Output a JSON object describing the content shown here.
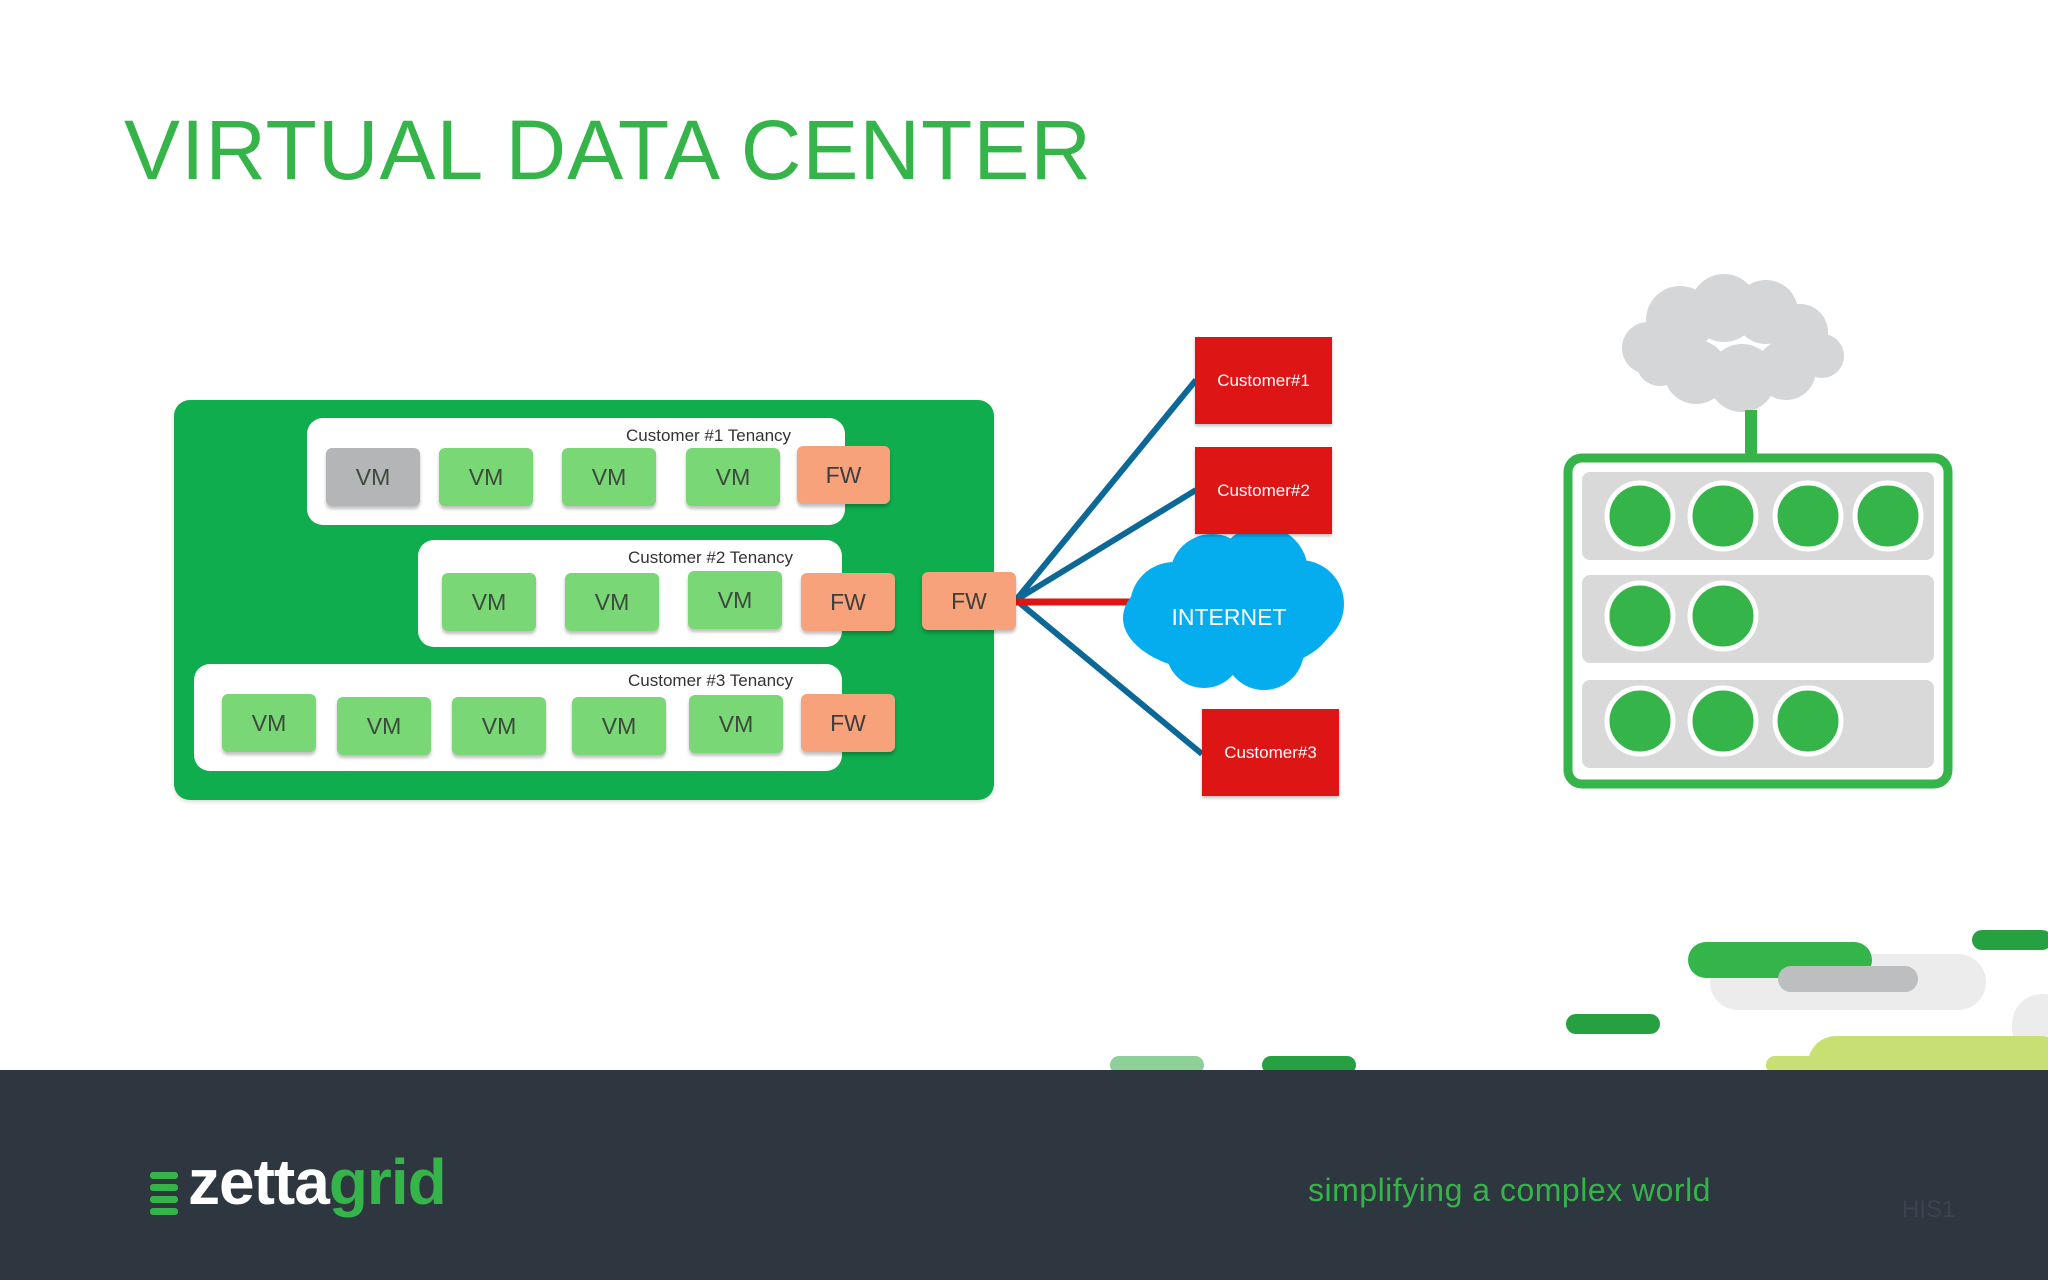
{
  "title": "VIRTUAL DATA CENTER",
  "tenancies": [
    {
      "label": "Customer #1 Tenancy",
      "vms": [
        "VM",
        "VM",
        "VM",
        "VM"
      ],
      "fw": "FW"
    },
    {
      "label": "Customer #2 Tenancy",
      "vms": [
        "VM",
        "VM",
        "VM"
      ],
      "fw": "FW"
    },
    {
      "label": "Customer #3 Tenancy",
      "vms": [
        "VM",
        "VM",
        "VM",
        "VM",
        "VM"
      ],
      "fw": "FW"
    }
  ],
  "core_fw": "FW",
  "customers": [
    "Customer#1",
    "Customer#2",
    "Customer#3"
  ],
  "internet": "INTERNET",
  "footer": {
    "brand_part1": "zetta",
    "brand_part2": "grid",
    "tagline": "simplifying a complex world",
    "watermark": "HIS1"
  },
  "colors": {
    "title": "#35b44a",
    "datacenter": "#0fad4d",
    "vm": "#79d776",
    "vm_inactive": "#b4b5b6",
    "firewall": "#f7a27b",
    "customer": "#dd1514",
    "internet": "#05adef",
    "link_blue": "#0c6896",
    "link_red": "#dd1514",
    "link_yellow": "#e4f07a",
    "footer": "#2e3640"
  },
  "icons": [
    "cloud-icon",
    "server-rack-icon",
    "zettagrid-logo-icon"
  ]
}
